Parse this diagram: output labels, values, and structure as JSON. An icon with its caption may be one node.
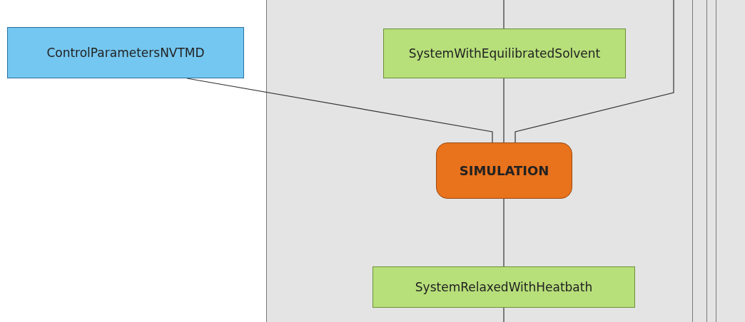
{
  "diagram": {
    "nodes": [
      {
        "text": [
          "ControlParametersNVTMD"
        ]
      },
      {
        "text": [
          "SystemWithEquilibratedSolvent"
        ]
      },
      {
        "text": [
          "SIMULATION"
        ]
      },
      {
        "text": [
          "SystemRelaxedWithHeatbath"
        ]
      }
    ],
    "edges": [
      {
        "from": null,
        "to": 1,
        "arrow": "none"
      },
      {
        "from": 0,
        "to": 2,
        "arrow": "none"
      },
      {
        "from": 1,
        "to": 2,
        "arrow": "none"
      },
      {
        "from": null,
        "to": 2,
        "arrow": "none"
      },
      {
        "from": 2,
        "to": 3,
        "arrow": "none"
      },
      {
        "from": 3,
        "to": null,
        "arrow": "none"
      }
    ]
  }
}
